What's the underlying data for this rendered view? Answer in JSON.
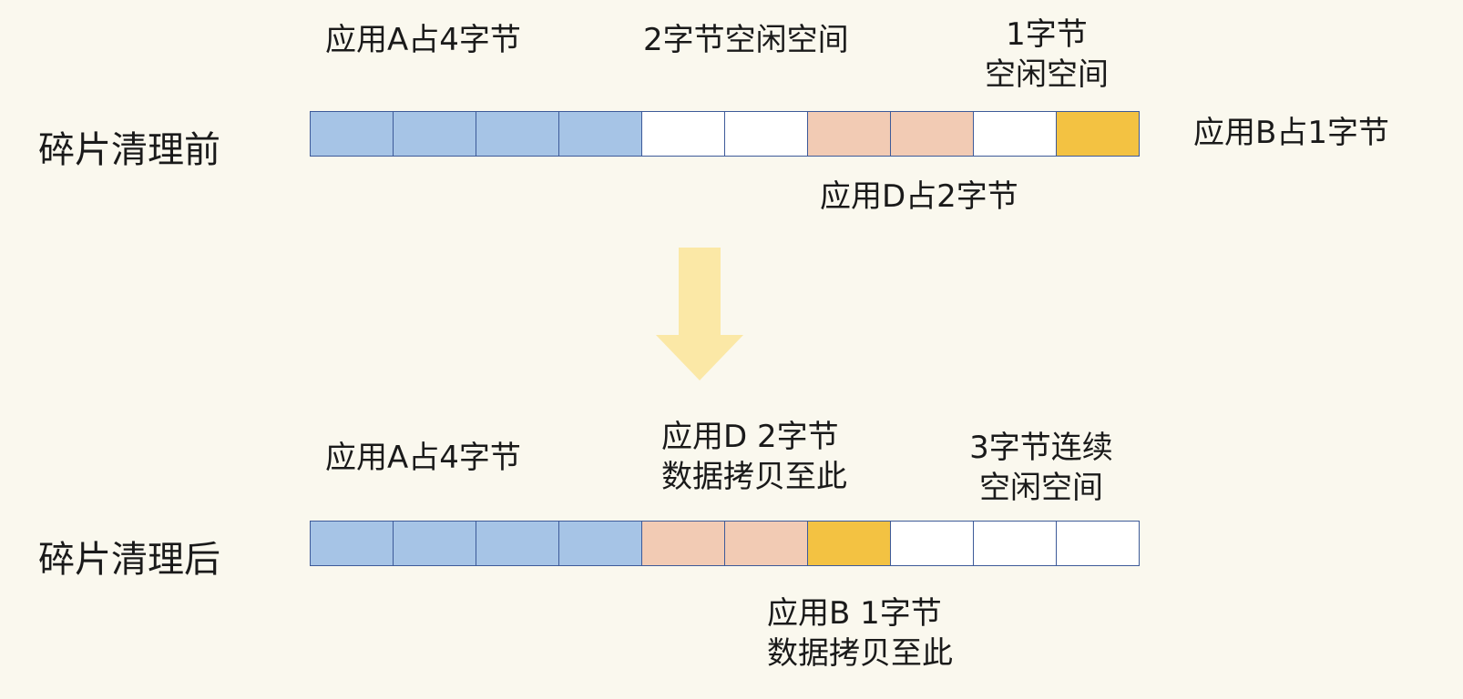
{
  "before": {
    "title": "碎片清理前",
    "labels": {
      "app_a": "应用A占4字节",
      "free_2": "2字节空闲空间",
      "free_1_line1": "1字节",
      "free_1_line2": "空闲空间",
      "app_b": "应用B占1字节",
      "app_d": "应用D占2字节"
    },
    "cells": [
      "app-a",
      "app-a",
      "app-a",
      "app-a",
      "free",
      "free",
      "app-d",
      "app-d",
      "free",
      "app-b"
    ]
  },
  "after": {
    "title": "碎片清理后",
    "labels": {
      "app_a": "应用A占4字节",
      "app_d_line1": "应用D 2字节",
      "app_d_line2": "数据拷贝至此",
      "free_3_line1": "3字节连续",
      "free_3_line2": "空闲空间",
      "app_b_line1": "应用B 1字节",
      "app_b_line2": "数据拷贝至此"
    },
    "cells": [
      "app-a",
      "app-a",
      "app-a",
      "app-a",
      "app-d",
      "app-d",
      "app-b",
      "free",
      "free",
      "free"
    ]
  },
  "colors": {
    "background": "#faf8ee",
    "app_a": "#a6c4e6",
    "app_d": "#f2cbb4",
    "app_b": "#f3c242",
    "free": "#ffffff",
    "border": "#3d5a99",
    "arrow": "#fbe8a6"
  },
  "arrow_icon": "down-arrow-icon"
}
